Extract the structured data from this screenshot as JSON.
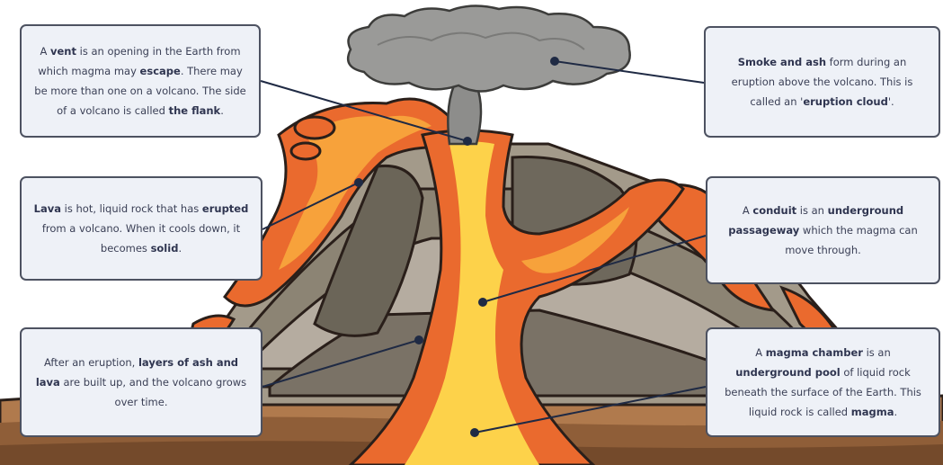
{
  "callouts": {
    "vent": {
      "t1": "A ",
      "b1": "vent",
      "t2": " is an opening in the Earth from which magma may ",
      "b2": "escape",
      "t3": ". There may be more than one on a volcano. The side of a volcano is called ",
      "b3": "the flank",
      "t4": "."
    },
    "smoke": {
      "b1": "Smoke and ash",
      "t1": " form during an eruption above the volcano. This is called an '",
      "b2": "eruption cloud",
      "t2": "'."
    },
    "lava": {
      "b1": "Lava",
      "t1": " is hot, liquid rock that has ",
      "b2": "erupted",
      "t2": " from a volcano. When it cools down, it becomes ",
      "b3": "solid",
      "t3": "."
    },
    "conduit": {
      "t1": "A ",
      "b1": "conduit",
      "t2": " is an ",
      "b2": "underground passageway",
      "t3": " which the magma can move through."
    },
    "layers": {
      "t1": "After an eruption, ",
      "b1": "layers of ash and lava",
      "t2": " are built up, and the volcano grows over time."
    },
    "chamber": {
      "t1": "A ",
      "b1": "magma chamber",
      "t2": " is an ",
      "b2": "underground pool",
      "t3": " of liquid rock beneath the surface of the Earth. This liquid rock is called ",
      "b3": "magma",
      "t4": "."
    }
  },
  "colors": {
    "box_fill": "#eef1f7",
    "box_border": "#4d5261",
    "text": "#3a3f55",
    "lava_orange": "#f3862f",
    "lava_yellow": "#fdd24a",
    "rock_grey": "#8a8477",
    "ground_brown": "#9b6a43",
    "smoke_grey": "#9a9a98"
  }
}
